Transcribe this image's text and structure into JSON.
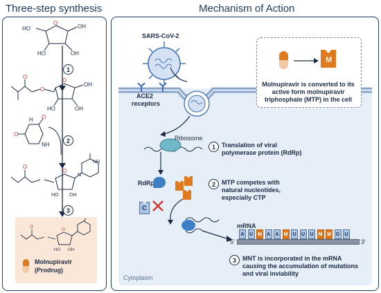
{
  "left_panel": {
    "title": "Three-step synthesis",
    "steps": [
      "1",
      "2",
      "3"
    ],
    "product_name": "Molnupiravir",
    "product_sub": "(Prodrug)",
    "atoms": {
      "ho": "HO",
      "oh": "OH",
      "o": "O",
      "nh": "NH",
      "h": "H",
      "n": "N",
      "ho_oh": "OH"
    }
  },
  "right_panel": {
    "title": "Mechanism of Action",
    "virus_label": "SARS-CoV-2",
    "receptor_label_1": "ACE2",
    "receptor_label_2": "receptors",
    "conversion_box": {
      "m_label": "M",
      "text_1": "Molnupiravir is converted to its",
      "text_2": "active form molnupiravir",
      "text_3": "triphosphate (MTP) in the cell"
    },
    "ribosome_label": "Ribosome",
    "rdrp_label": "RdRp",
    "c_label": "C",
    "cytoplasm_label": "Cytoplasm",
    "mrna_label": "mRNA",
    "five_prime": "5'",
    "three_prime": "3'",
    "sequence": [
      {
        "b": "A",
        "t": "blue"
      },
      {
        "b": "U",
        "t": "blue"
      },
      {
        "b": "M",
        "t": "orange"
      },
      {
        "b": "A",
        "t": "blue"
      },
      {
        "b": "A",
        "t": "blue"
      },
      {
        "b": "M",
        "t": "orange"
      },
      {
        "b": "U",
        "t": "blue"
      },
      {
        "b": "U",
        "t": "blue"
      },
      {
        "b": "U",
        "t": "blue"
      },
      {
        "b": "M",
        "t": "orange"
      },
      {
        "b": "M",
        "t": "orange"
      },
      {
        "b": "G",
        "t": "blue"
      },
      {
        "b": "U",
        "t": "blue"
      }
    ],
    "steps": [
      {
        "num": "1",
        "line_1": "Translation of viral",
        "line_2": "polymerase protein (RdRp)",
        "line_3": ""
      },
      {
        "num": "2",
        "line_1": "MTP competes with",
        "line_2": "natural nucleotides,",
        "line_3": "especially CTP"
      },
      {
        "num": "3",
        "line_1": "MNT is incorporated in the mRNA",
        "line_2": "causing the accumulation of mutations",
        "line_3": "and viral inviability"
      }
    ]
  },
  "colors": {
    "panel_border": "#1f3b64",
    "orange": "#e07a1f",
    "light_blue": "#a9c5e8",
    "cell_bg": "#e6eef7",
    "product_bg": "#fbe7d8"
  }
}
